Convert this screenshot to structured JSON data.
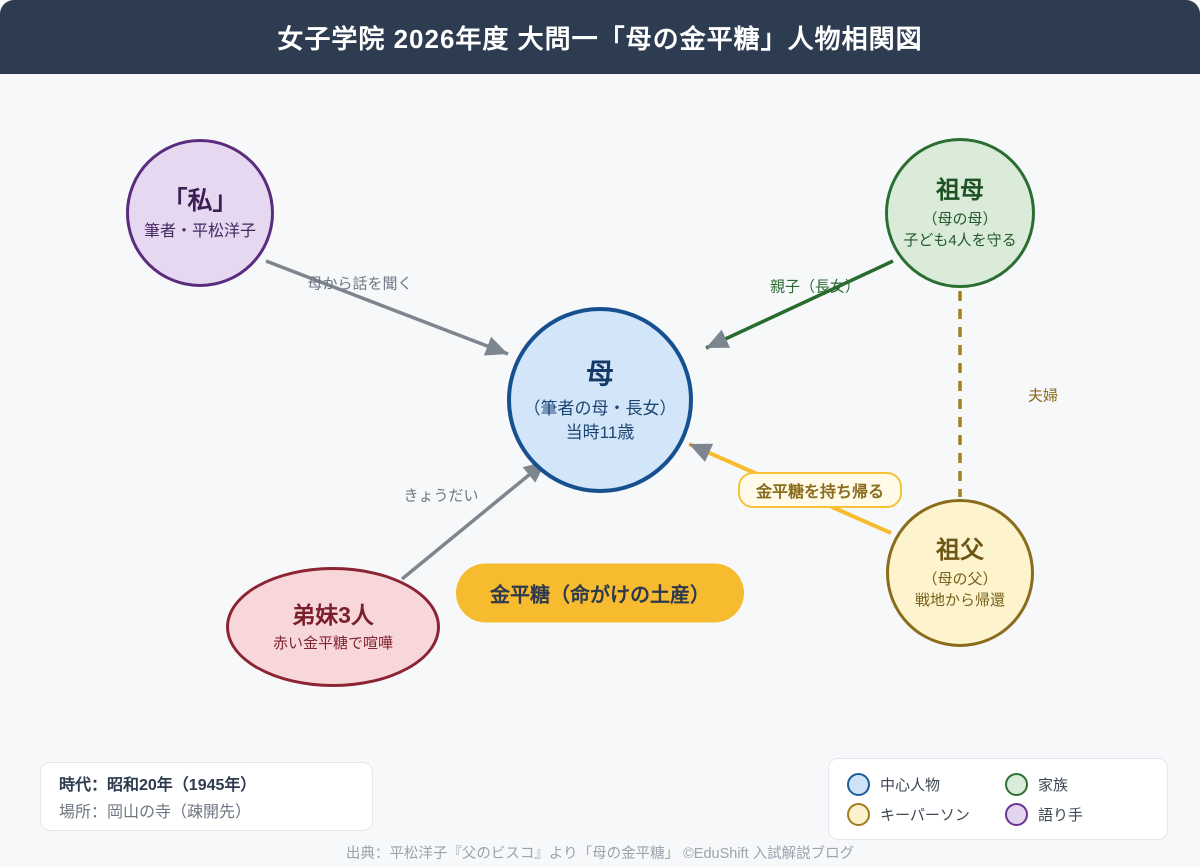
{
  "header": {
    "title": "女子学院 2026年度 大問一「母の金平糖」人物相関図"
  },
  "nodes": {
    "watashi": {
      "title": "「私」",
      "subtitle": "筆者・平松洋子",
      "role": "語り手"
    },
    "sobo": {
      "title": "祖母",
      "subtitle": "（母の母）",
      "detail": "子ども4人を守る",
      "role": "家族"
    },
    "haha": {
      "title": "母",
      "subtitle": "（筆者の母・長女）",
      "detail": "当時11歳",
      "role": "中心人物"
    },
    "sofu": {
      "title": "祖父",
      "subtitle": "（母の父）",
      "detail": "戦地から帰還",
      "role": "キーパーソン"
    },
    "teimai": {
      "title": "弟妹3人",
      "subtitle": "赤い金平糖で喧嘩",
      "role": "家族"
    }
  },
  "edges": {
    "watashi_to_haha": {
      "label": "母から話を聞く",
      "style": "solid-gray-arrow"
    },
    "sobo_to_haha": {
      "label": "親子（長女）",
      "style": "solid-green-arrow"
    },
    "teimai_to_haha": {
      "label": "きょうだい",
      "style": "solid-gray-arrow"
    },
    "sofu_to_haha": {
      "label": "金平糖を持ち帰る",
      "style": "solid-yellow-arrow-badge"
    },
    "sobo_sofu": {
      "label": "夫婦",
      "style": "dashed-gold"
    }
  },
  "highlight": {
    "konpeito_pill": "金平糖（命がけの土産）"
  },
  "info_box": {
    "era": "時代：昭和20年（1945年）",
    "place": "場所：岡山の寺（疎開先）"
  },
  "legend": {
    "items": [
      {
        "label": "中心人物",
        "fill": "#cfe2f8",
        "border": "#1c5c9e"
      },
      {
        "label": "家族",
        "fill": "#d9ecd9",
        "border": "#2e7032"
      },
      {
        "label": "キーパーソン",
        "fill": "#faf0cc",
        "border": "#a17d1c"
      },
      {
        "label": "語り手",
        "fill": "#e4d5ef",
        "border": "#6b3390"
      }
    ]
  },
  "footer": {
    "credit": "出典：平松洋子『父のビスコ』より「母の金平糖」 ©EduShift 入試解説ブログ"
  },
  "colors": {
    "header_bg": "#2d3c50",
    "page_bg": "#f7f8fa",
    "center_node_fill": "#d2e5f9",
    "center_node_border": "#17508f",
    "family_node_fill": "#daecd9",
    "family_node_border": "#2c6e31",
    "keyperson_node_fill": "#fdf3cd",
    "keyperson_node_border": "#8a6c1d",
    "narrator_node_fill": "#e6d8f1",
    "narrator_node_border": "#5b2c7d",
    "siblings_node_fill": "#f8d7da",
    "siblings_node_border": "#8c2433",
    "arrow_gray": "#7d858f",
    "arrow_green": "#276b2e",
    "arrow_yellow": "#f6bb2e",
    "dashed_gold": "#a0801f",
    "pill_bg": "#f6bb2e",
    "pill_text": "#2d3a4d"
  }
}
